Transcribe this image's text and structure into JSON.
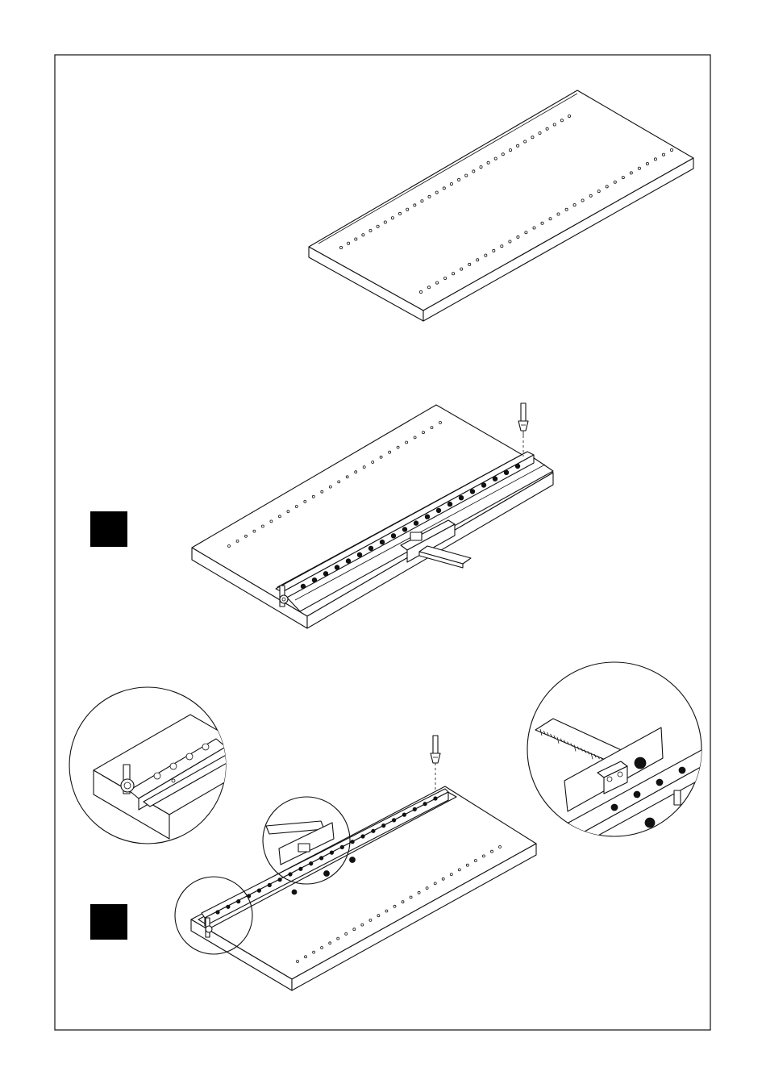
{
  "document": {
    "type": "assembly-instruction-sheet",
    "colors": {
      "line": "#111111",
      "paper": "#ffffff",
      "step_badge": "#000000"
    }
  },
  "steps": [
    {
      "id": "panel",
      "badge": false
    },
    {
      "id": "jig-on-panel",
      "badge": true
    },
    {
      "id": "jig-drilling-with-details",
      "badge": true
    }
  ],
  "icons": [
    "drill-bit-icon",
    "stop-knob-icon",
    "ruler-scale-icon"
  ]
}
